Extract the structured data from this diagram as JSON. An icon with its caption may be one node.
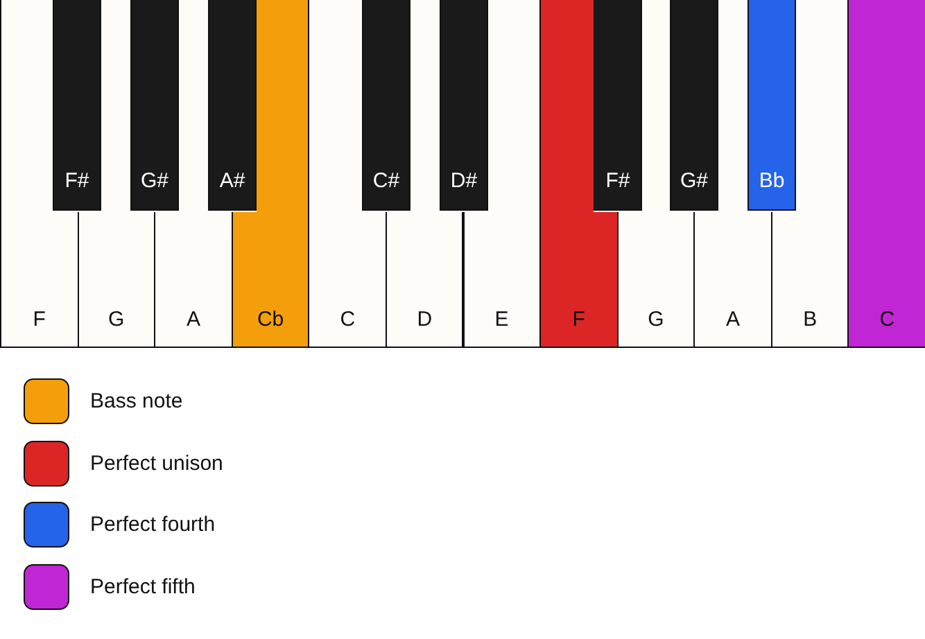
{
  "diagram": {
    "nodes": [
      {
        "text": [
          "F"
        ]
      },
      {
        "text": [
          "G"
        ]
      },
      {
        "text": [
          "A"
        ]
      },
      {
        "text": [
          "Cb"
        ]
      },
      {
        "text": [
          "C"
        ]
      },
      {
        "text": [
          "D"
        ]
      },
      {
        "text": [
          "E"
        ]
      },
      {
        "text": [
          "F"
        ]
      },
      {
        "text": [
          "G"
        ]
      },
      {
        "text": [
          "A"
        ]
      },
      {
        "text": [
          "B"
        ]
      },
      {
        "text": [
          "C"
        ]
      },
      {
        "text": [
          "F#"
        ]
      },
      {
        "text": [
          "G#"
        ]
      },
      {
        "text": [
          "A#"
        ]
      },
      {
        "text": [
          "C#"
        ]
      },
      {
        "text": [
          "D#"
        ]
      },
      {
        "text": [
          "F#"
        ]
      },
      {
        "text": [
          "G#"
        ]
      },
      {
        "text": [
          "Bb"
        ]
      }
    ],
    "legend": [
      {
        "text": "Bass note",
        "color": "#f59e0b"
      },
      {
        "text": "Perfect unison",
        "color": "#dc2626"
      },
      {
        "text": "Perfect fourth",
        "color": "#2563eb"
      },
      {
        "text": "Perfect fifth",
        "color": "#c026d3"
      }
    ]
  }
}
